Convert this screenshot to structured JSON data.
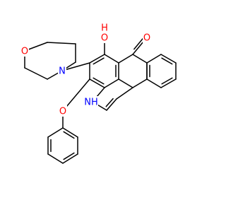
{
  "molecule": {
    "atom_labels": {
      "morpholine_o": "O",
      "morpholine_n": "N",
      "hydroxyl": "O",
      "hydroxyl_h": "H",
      "ketone_o": "O",
      "phenoxy_o": "O",
      "pyrrole_nh": "NH"
    },
    "colors": {
      "bond": "#000000",
      "carbon": "#000000",
      "oxygen": "#ff0000",
      "nitrogen": "#0000ff",
      "background": "#ffffff"
    }
  }
}
